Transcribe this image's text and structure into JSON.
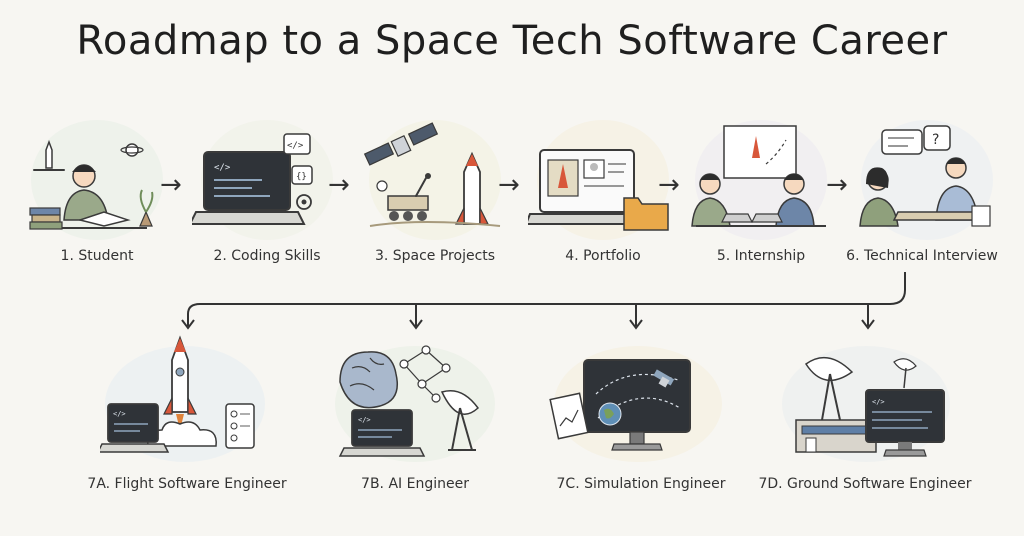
{
  "title": "Roadmap to a Space Tech Software Career",
  "stages": [
    {
      "label": "1. Student",
      "icon": "student-icon",
      "blob_color": "#e8efe6"
    },
    {
      "label": "2. Coding Skills",
      "icon": "laptop-code-icon",
      "blob_color": "#eef1e6"
    },
    {
      "label": "3. Space Projects",
      "icon": "rover-satellite-icon",
      "blob_color": "#f3f0df"
    },
    {
      "label": "4. Portfolio",
      "icon": "portfolio-icon",
      "blob_color": "#f5efdc"
    },
    {
      "label": "5. Internship",
      "icon": "internship-icon",
      "blob_color": "#ece9f0"
    },
    {
      "label": "6. Technical Interview",
      "icon": "interview-icon",
      "blob_color": "#e9edf2"
    }
  ],
  "careers": [
    {
      "label": "7A. Flight Software Engineer",
      "icon": "rocket-launch-icon",
      "blob_color": "#e6ecf3"
    },
    {
      "label": "7B. AI Engineer",
      "icon": "ai-brain-icon",
      "blob_color": "#e7efe3"
    },
    {
      "label": "7C. Simulation Engineer",
      "icon": "orbit-simulation-icon",
      "blob_color": "#f5efdc"
    },
    {
      "label": "7D. Ground Software Engineer",
      "icon": "ground-station-icon",
      "blob_color": "#eaecef"
    }
  ],
  "colors": {
    "ink": "#333333",
    "accent_orange": "#e0833a",
    "screen_dark": "#2f3338"
  }
}
